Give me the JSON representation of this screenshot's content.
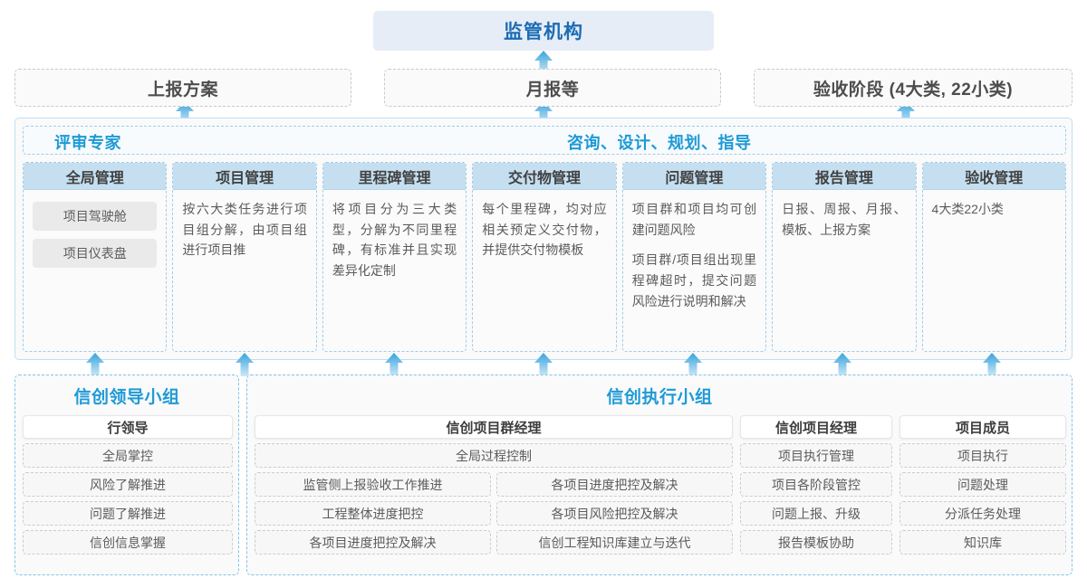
{
  "top": {
    "regulator": "监管机构",
    "reports": [
      {
        "label": "上报方案"
      },
      {
        "label": "月报等"
      },
      {
        "label": "验收阶段 (4大类, 22小类)"
      }
    ]
  },
  "middle": {
    "headers": [
      {
        "label": "评审专家"
      },
      {
        "label": "咨询、设计、规划、指导"
      }
    ],
    "columns": [
      {
        "title": "全局管理",
        "pills": [
          "项目驾驶舱",
          "项目仪表盘"
        ],
        "paragraphs": []
      },
      {
        "title": "项目管理",
        "pills": [],
        "paragraphs": [
          "按六大类任务进行项目组分解，由项目组进行项目推"
        ]
      },
      {
        "title": "里程碑管理",
        "pills": [],
        "paragraphs": [
          "将项目分为三大类型，分解为不同里程碑，有标准并且实现差异化定制"
        ]
      },
      {
        "title": "交付物管理",
        "pills": [],
        "paragraphs": [
          "每个里程碑，均对应相关预定义交付物，并提供交付物模板"
        ]
      },
      {
        "title": "问题管理",
        "pills": [],
        "paragraphs": [
          "项目群和项目均可创建问题风险",
          "项目群/项目组出现里程碑超时，提交问题风险进行说明和解决"
        ]
      },
      {
        "title": "报告管理",
        "pills": [],
        "paragraphs": [
          "日报、周报、月报、模板、上报方案"
        ]
      },
      {
        "title": "验收管理",
        "pills": [],
        "paragraphs": [
          "4大类22小类"
        ]
      }
    ]
  },
  "bottom": {
    "leadership": {
      "title": "信创领导小组",
      "role": "行领导",
      "tasks": [
        "全局掌控",
        "风险了解推进",
        "问题了解推进",
        "信创信息掌握"
      ]
    },
    "execution": {
      "title": "信创执行小组",
      "program_manager": {
        "role": "信创项目群经理",
        "wide_task": "全局过程控制",
        "rows": [
          [
            "监管侧上报验收工作推进",
            "各项目进度把控及解决"
          ],
          [
            "工程整体进度把控",
            "各项目风险把控及解决"
          ],
          [
            "各项目进度把控及解决",
            "信创工程知识库建立与迭代"
          ]
        ]
      },
      "project_manager": {
        "role": "信创项目经理",
        "tasks": [
          "项目执行管理",
          "项目各阶段管控",
          "问题上报、升级",
          "报告模板协助"
        ]
      },
      "member": {
        "role": "项目成员",
        "tasks": [
          "项目执行",
          "问题处理",
          "分派任务处理",
          "知识库"
        ]
      }
    }
  },
  "colors": {
    "accent_blue": "#1e9ad6",
    "title_blue": "#1b6cb5",
    "header_fill": "#c5dff0",
    "regulator_fill": "#e7edf6",
    "arrow_blue": "#3aa6dd"
  }
}
